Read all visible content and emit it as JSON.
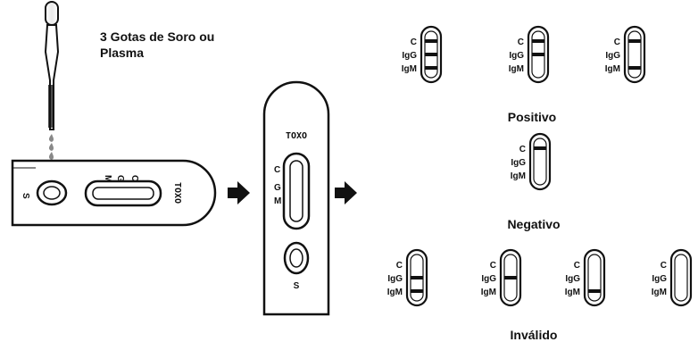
{
  "instruction": {
    "line1": "3 Gotas de Soro ou",
    "line2": "Plasma"
  },
  "cassette": {
    "brand": "TOXO",
    "sample_well_mark": "S",
    "window_marks": [
      "C",
      "G",
      "M"
    ]
  },
  "line_labels": [
    "C",
    "IgG",
    "IgM"
  ],
  "result_groups": {
    "positivo": {
      "caption": "Positivo",
      "strips": [
        {
          "lines": {
            "C": true,
            "IgG": true,
            "IgM": true
          }
        },
        {
          "lines": {
            "C": true,
            "IgG": true,
            "IgM": false
          }
        },
        {
          "lines": {
            "C": true,
            "IgG": false,
            "IgM": true
          }
        }
      ]
    },
    "negativo": {
      "caption": "Negativo",
      "strips": [
        {
          "lines": {
            "C": true,
            "IgG": false,
            "IgM": false
          }
        }
      ]
    },
    "invalido": {
      "caption": "Inválido",
      "strips": [
        {
          "lines": {
            "C": false,
            "IgG": true,
            "IgM": true
          }
        },
        {
          "lines": {
            "C": false,
            "IgG": true,
            "IgM": false
          }
        },
        {
          "lines": {
            "C": false,
            "IgG": false,
            "IgM": true
          }
        },
        {
          "lines": {
            "C": false,
            "IgG": false,
            "IgM": false
          }
        }
      ]
    }
  },
  "colors": {
    "ink": "#111111",
    "background": "#ffffff"
  }
}
